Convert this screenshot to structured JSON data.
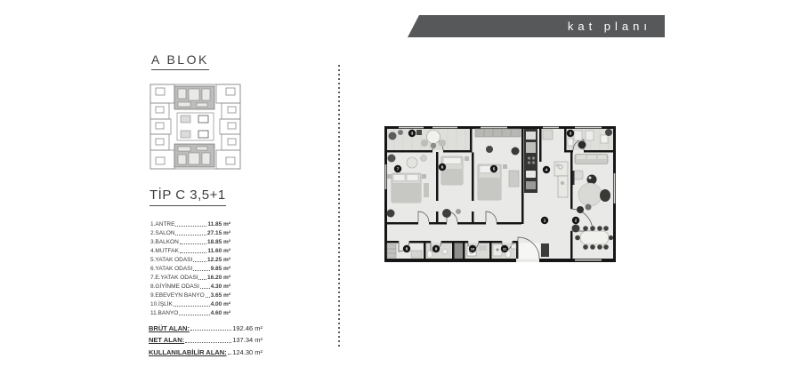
{
  "banner": {
    "label": "kat planı",
    "bg": "#57585a",
    "text_color": "#ffffff"
  },
  "block": {
    "title": "A BLOK"
  },
  "unit": {
    "title": "TİP C 3,5+1",
    "rooms": [
      {
        "name": "1.ANTRE",
        "area": "11.85 m²"
      },
      {
        "name": "2.SALON",
        "area": "27.15 m²"
      },
      {
        "name": "3.BALKON",
        "area": "18.85 m²"
      },
      {
        "name": "4.MUTFAK",
        "area": "11.60 m²"
      },
      {
        "name": "5.YATAK ODASI",
        "area": "12.25 m²"
      },
      {
        "name": "6.YATAK ODASI",
        "area": "9.85 m²"
      },
      {
        "name": "7.E.YATAK ODASI",
        "area": "16.20 m²"
      },
      {
        "name": "8.GİYİNME ODASI",
        "area": "4.30 m²"
      },
      {
        "name": "9.EBEVEYN BANYO",
        "area": "3.65 m²"
      },
      {
        "name": "10.İŞLİK",
        "area": "4.00 m²"
      },
      {
        "name": "11.BANYO",
        "area": "4.60 m²"
      }
    ],
    "totals": [
      {
        "label": "BRÜT ALAN:",
        "value": "192.46 m²"
      },
      {
        "label": "NET ALAN:",
        "value": "137.34 m²"
      },
      {
        "label": "KULLANILABİLİR ALAN:",
        "value": "124.30 m²"
      }
    ]
  },
  "floor_plan": {
    "badges": [
      {
        "label": "3"
      },
      {
        "label": "3"
      },
      {
        "label": "7"
      },
      {
        "label": "6"
      },
      {
        "label": "5"
      },
      {
        "label": "4"
      },
      {
        "label": "1"
      },
      {
        "label": "2"
      },
      {
        "label": "8"
      },
      {
        "label": "9"
      },
      {
        "label": "10"
      },
      {
        "label": "11"
      }
    ]
  },
  "colors": {
    "wall": "#161616",
    "floor": "#e9eae7",
    "balcony_floor": "#dededa",
    "highlight": "#bdbdbb"
  }
}
